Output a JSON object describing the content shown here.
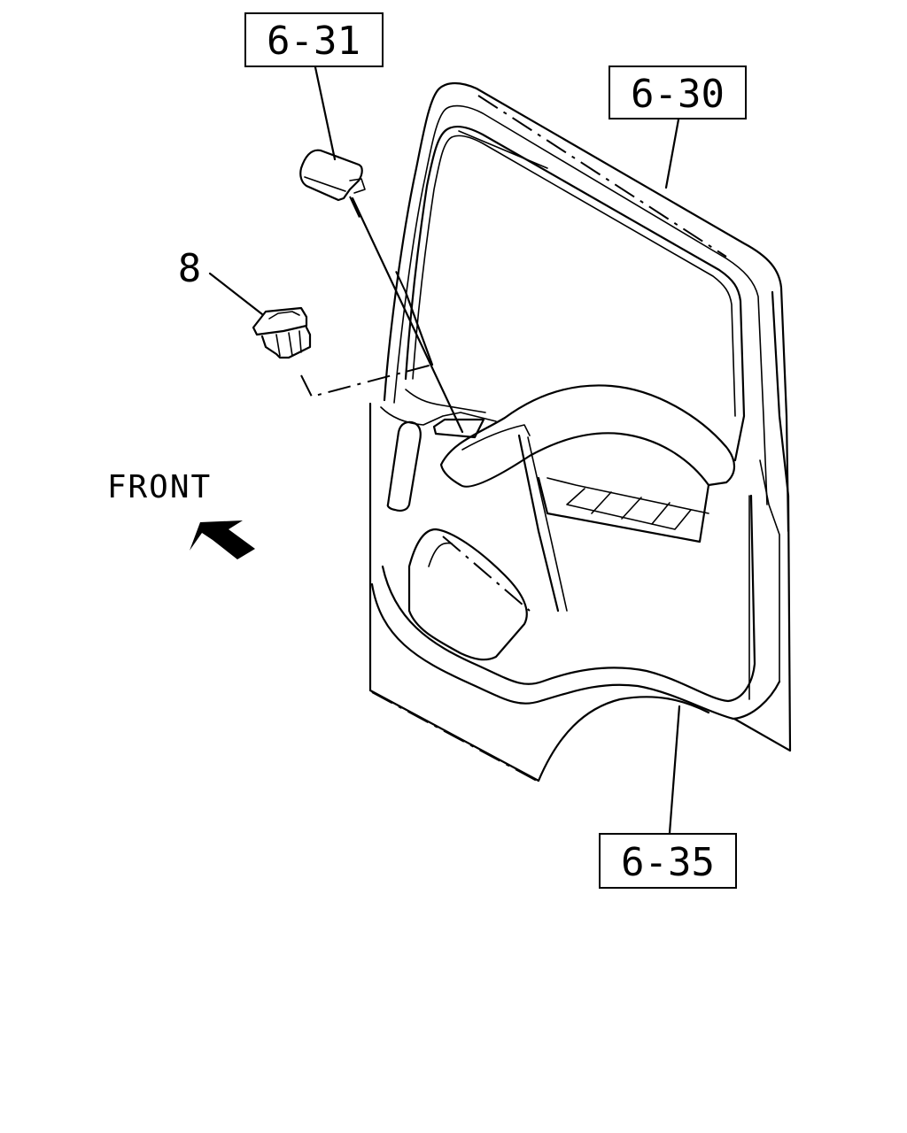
{
  "references": {
    "ref_6_31": "6-31",
    "ref_6_30": "6-30",
    "ref_6_35": "6-35"
  },
  "callouts": {
    "part_8": "8"
  },
  "direction": {
    "label": "FRONT",
    "arrow_icon": "front-arrow-icon"
  }
}
